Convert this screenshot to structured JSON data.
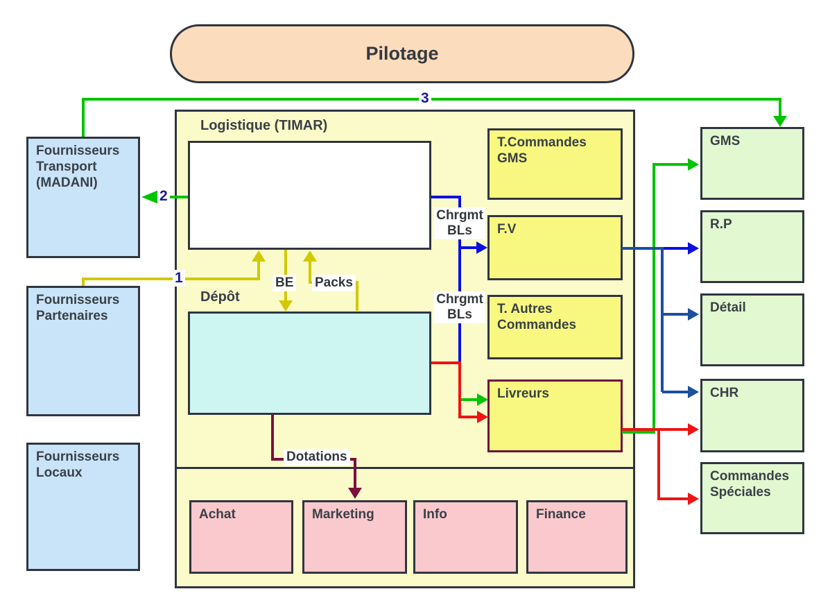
{
  "diagram": {
    "pilotage": "Pilotage",
    "suppliers": [
      {
        "id": "fournisseurs-transport",
        "label": "Fournisseurs Transport (MADANI)"
      },
      {
        "id": "fournisseurs-partenaires",
        "label": "Fournisseurs Partenaires"
      },
      {
        "id": "fournisseurs-locaux",
        "label": "Fournisseurs Locaux"
      }
    ],
    "logistics": {
      "title": "Logistique (TIMAR)",
      "depot_title": "Dépôt",
      "orders": [
        {
          "id": "t-commandes-gms",
          "label": "T.Commandes GMS"
        },
        {
          "id": "fv",
          "label": "F.V"
        },
        {
          "id": "t-autres-commandes",
          "label": "T. Autres Commandes"
        },
        {
          "id": "livreurs",
          "label": "Livreurs"
        }
      ],
      "departments": [
        {
          "id": "achat",
          "label": "Achat"
        },
        {
          "id": "marketing",
          "label": "Marketing"
        },
        {
          "id": "info",
          "label": "Info"
        },
        {
          "id": "finance",
          "label": "Finance"
        }
      ]
    },
    "channels": [
      {
        "id": "gms",
        "label": "GMS"
      },
      {
        "id": "rp",
        "label": "R.P"
      },
      {
        "id": "detail",
        "label": "Détail"
      },
      {
        "id": "chr",
        "label": "CHR"
      },
      {
        "id": "commandes-speciales",
        "label": "Commandes Spéciales"
      }
    ],
    "flow_labels": {
      "n1": "1",
      "n2": "2",
      "n3": "3",
      "be": "BE",
      "packs": "Packs",
      "chrgmt_bls_1": "Chrgmt BLs",
      "chrgmt_bls_2": "Chrgmt BLs",
      "dotations": "Dotations"
    },
    "colors": {
      "border": "#2f3540",
      "livreurs_border": "#6d1038",
      "pilotage_fill": "#fbdcbc",
      "supplier_fill": "#c9e4f9",
      "pane_fill": "#fbfbc9",
      "order_fill": "#f8f880",
      "depot_fill": "#cdf6f2",
      "department_fill": "#fac9cd",
      "channel_fill": "#e2f8d0",
      "flow_green": "#00c400",
      "flow_blue": "#0b10e0",
      "flow_steel_blue": "#1b4f9f",
      "flow_red": "#ee1414",
      "flow_maroon": "#7c0f3f",
      "flow_yellow": "#d2c900",
      "number_label_color": "#191999"
    }
  }
}
